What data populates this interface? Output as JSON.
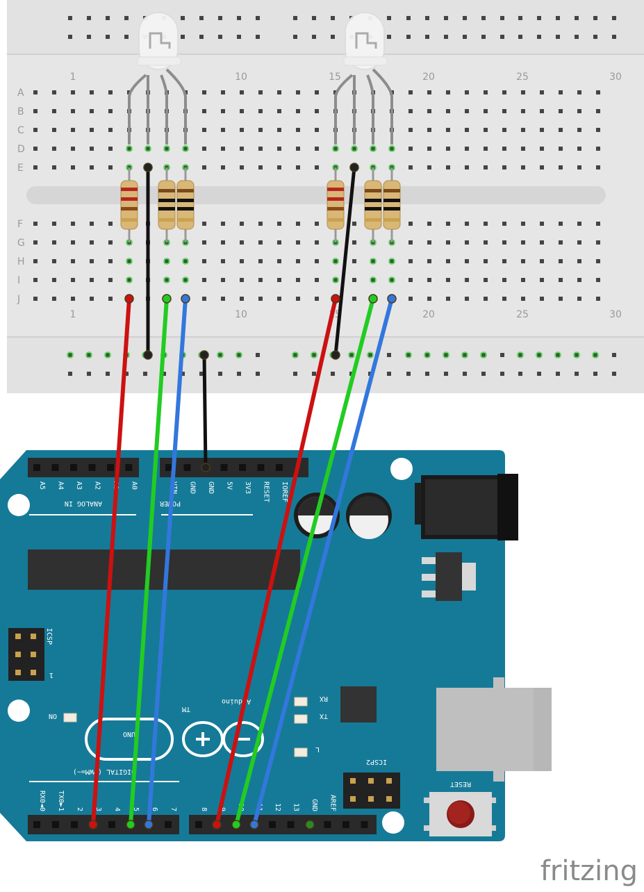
{
  "breadboard": {
    "row_letters": [
      "A",
      "B",
      "C",
      "D",
      "E",
      "F",
      "G",
      "H",
      "I",
      "J"
    ],
    "column_numbers": [
      "1",
      "10",
      "15",
      "20",
      "25",
      "30"
    ]
  },
  "arduino": {
    "analog_header": [
      "A5",
      "A4",
      "A3",
      "A2",
      "A1",
      "A0"
    ],
    "analog_title": "ANALOG IN",
    "power_header": [
      "VIN",
      "GND",
      "GND",
      "5V",
      "3V3",
      "RESET",
      "IOREF"
    ],
    "power_title": "POWER",
    "digital_low": [
      "RX0◄0",
      "TX0►1",
      "2",
      "3",
      "4",
      "5",
      "6",
      "7"
    ],
    "digital_high": [
      "8",
      "9",
      "10",
      "11",
      "12",
      "13",
      "GND",
      "AREF"
    ],
    "icsp": "ICSP",
    "icsp_pin1": "1",
    "icsp2": "ICSP2",
    "on_label": "ON",
    "rx_label": "RX",
    "tx_label": "TX",
    "l_label": "L",
    "brand": "Arduino",
    "tm": "TM",
    "model": "UNO",
    "digital_title": "DIGITAL (PWM=~)",
    "reset_label": "RESET"
  },
  "watermark": "fritzing",
  "colors": {
    "wire_red": "#cc1111",
    "wire_green": "#22cc22",
    "wire_blue": "#3377dd",
    "wire_black": "#222222",
    "board": "#157a97",
    "breadboard": "#e6e6e6"
  }
}
